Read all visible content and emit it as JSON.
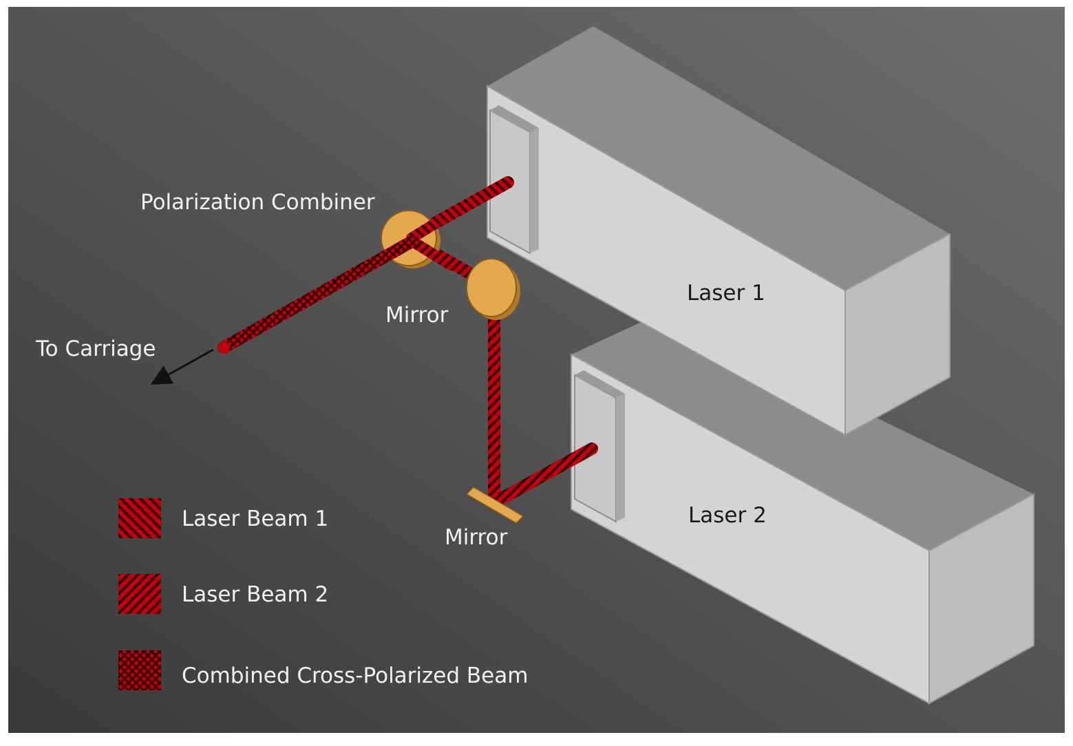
{
  "labels": {
    "polarization_combiner": "Polarization Combiner",
    "mirror_upper": "Mirror",
    "mirror_lower": "Mirror",
    "to_carriage": "To Carriage",
    "laser1": "Laser 1",
    "laser2": "Laser 2"
  },
  "legend": [
    {
      "label": "Laser Beam 1",
      "pattern": "diagonal-back"
    },
    {
      "label": "Laser Beam 2",
      "pattern": "diagonal-forward"
    },
    {
      "label": "Combined Cross-Polarized Beam",
      "pattern": "crosshatch"
    }
  ],
  "colors": {
    "background_light": "#6e6e6e",
    "background_dark": "#3a3a3a",
    "beam_red": "#c0000a",
    "beam_dark": "#3a0000",
    "optic_gold": "#e3a94c",
    "box_front": "#d4d4d4",
    "box_top": "#8c8c8c",
    "box_side": "#bdbdbd",
    "text": "#f2f2f2"
  }
}
